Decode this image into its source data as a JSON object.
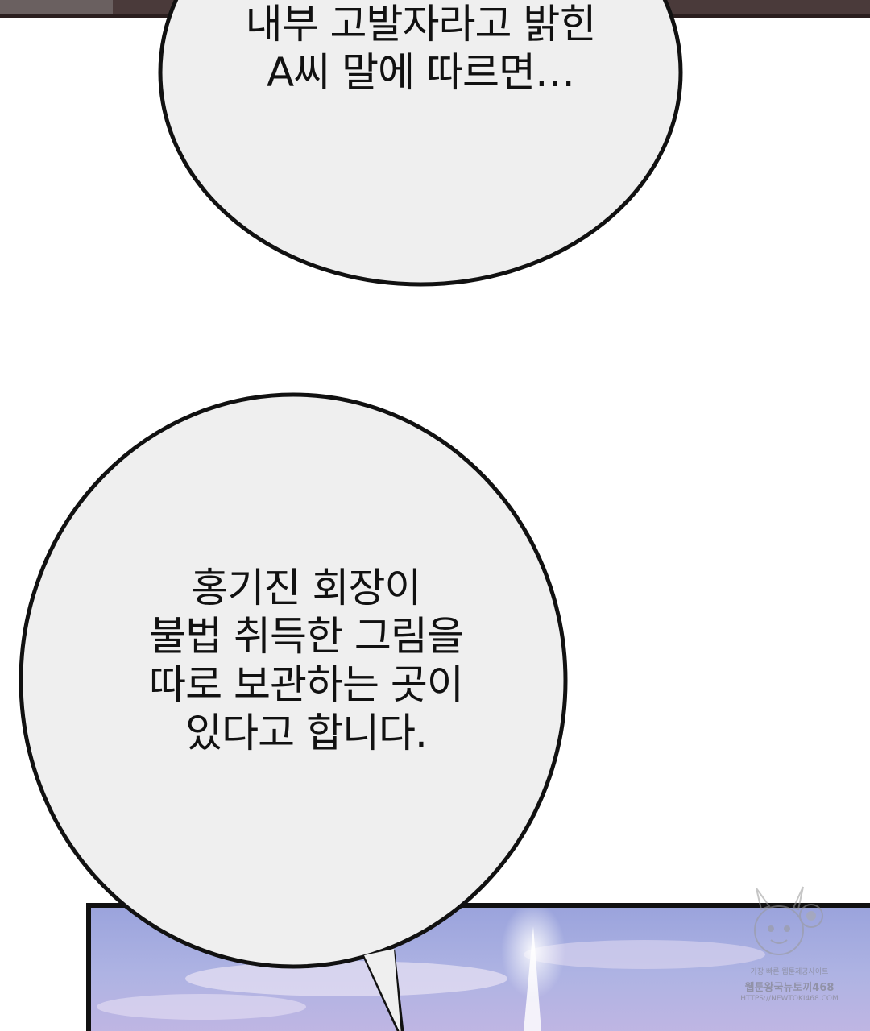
{
  "bubbles": [
    {
      "text": "내부 고발자라고 밝힌\nA씨 말에 따르면…"
    },
    {
      "text": "홍기진 회장이\n불법 취득한 그림을\n따로 보관하는 곳이\n있다고 합니다."
    }
  ],
  "watermark": {
    "line1": "가장 빠른 웹툰제공사이트",
    "line2": "웹툰왕국뉴토끼468",
    "line3": "HTTPS://NEWTOKI468.COM"
  },
  "colors": {
    "bubble_fill": "#efefef",
    "outline": "#111111",
    "top_panel": "#4a3a3a",
    "sky_top": "#9fa8dc",
    "sky_bottom": "#b8aee0"
  }
}
